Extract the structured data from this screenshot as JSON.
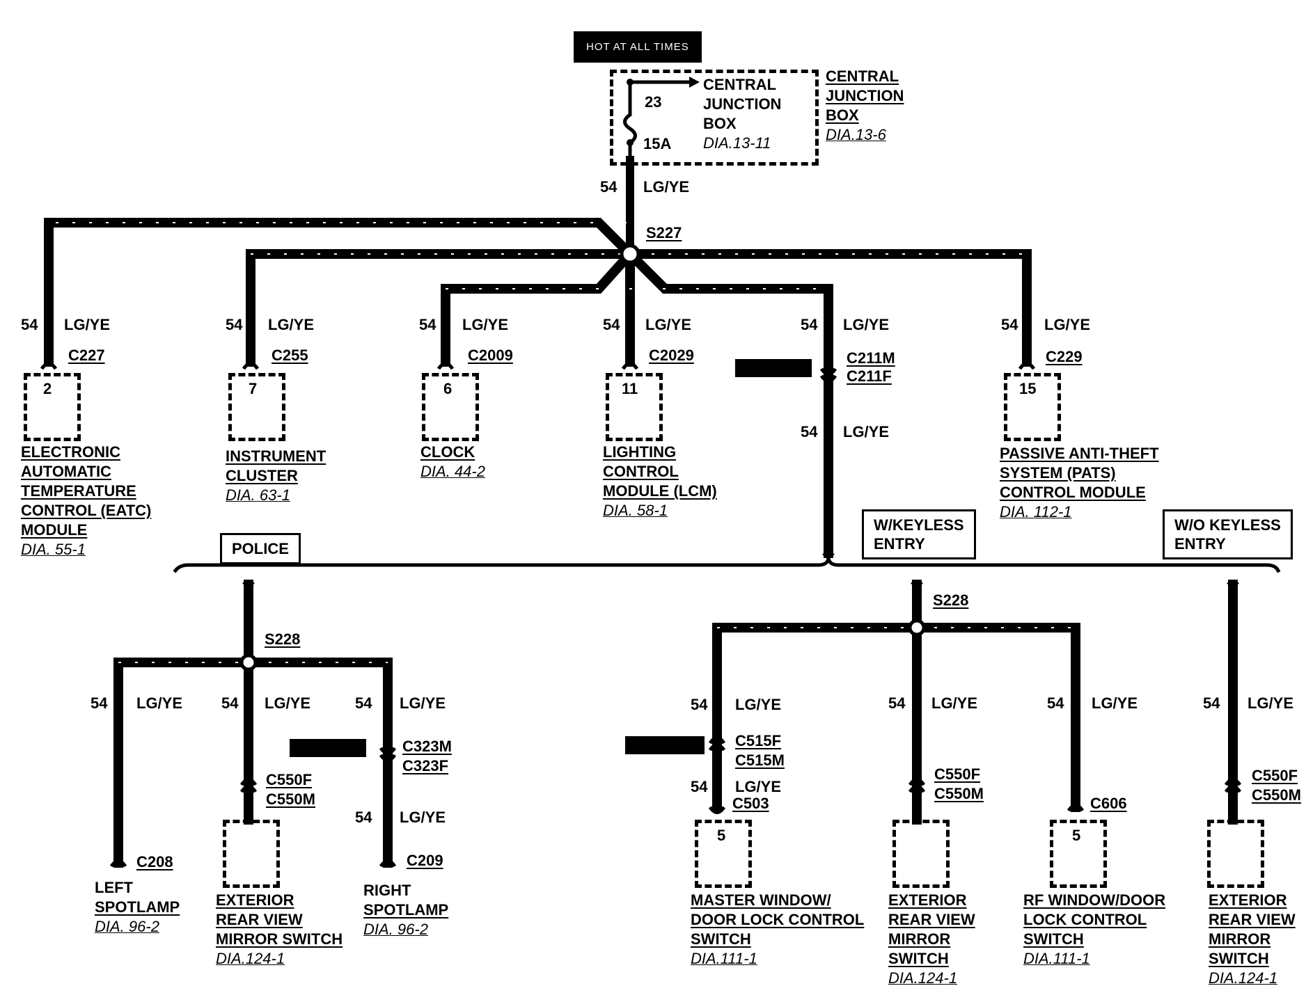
{
  "header": {
    "power_label": "HOT AT ALL TIMES"
  },
  "junction_box": {
    "fuse_number": "23",
    "fuse_rating": "15A",
    "inner_title": [
      "CENTRAL",
      "JUNCTION",
      "BOX"
    ],
    "inner_dia": "DIA.13-11",
    "outer_title": [
      "CENTRAL",
      "JUNCTION",
      "BOX"
    ],
    "outer_dia": "DIA.13-6"
  },
  "wire": {
    "circuit": "54",
    "color": "LG/YE"
  },
  "splices": {
    "main": "S227",
    "left": "S228",
    "right": "S228"
  },
  "components": {
    "eatc": {
      "connector": "C227",
      "pin": "2",
      "name": [
        "ELECTRONIC",
        "AUTOMATIC",
        "TEMPERATURE",
        "CONTROL (EATC)",
        "MODULE"
      ],
      "dia": "DIA. 55-1"
    },
    "cluster": {
      "connector": "C255",
      "pin": "7",
      "name": [
        "INSTRUMENT",
        "CLUSTER"
      ],
      "dia": "DIA. 63-1"
    },
    "clock": {
      "connector": "C2009",
      "pin": "6",
      "name": [
        "CLOCK"
      ],
      "dia": "DIA. 44-2"
    },
    "lcm": {
      "connector": "C2029",
      "pin": "11",
      "name": [
        "LIGHTING",
        "CONTROL",
        "MODULE (LCM)"
      ],
      "dia": "DIA. 58-1"
    },
    "inline_c211": {
      "connector_m": "C211M",
      "connector_f": "C211F"
    },
    "pats": {
      "connector": "C229",
      "pin": "15",
      "name": [
        "PASSIVE ANTI-THEFT",
        "SYSTEM (PATS)",
        "CONTROL MODULE"
      ],
      "dia": "DIA. 112-1"
    },
    "left_spot": {
      "connector": "C208",
      "name": [
        "LEFT",
        "SPOTLAMP"
      ],
      "dia": "DIA. 96-2"
    },
    "mirror_switch_police": {
      "connector_f": "C550F",
      "connector_m": "C550M",
      "name": [
        "EXTERIOR",
        "REAR VIEW",
        "MIRROR SWITCH"
      ],
      "dia": "DIA.124-1"
    },
    "right_spot": {
      "inline_m": "C323M",
      "inline_f": "C323F",
      "connector": "C209",
      "name": [
        "RIGHT",
        "SPOTLAMP"
      ],
      "dia": "DIA. 96-2"
    },
    "master_window": {
      "inline_f": "C515F",
      "inline_m": "C515M",
      "connector": "C503",
      "pin": "5",
      "name": [
        "MASTER WINDOW/",
        "DOOR LOCK CONTROL",
        "SWITCH"
      ],
      "dia": "DIA.111-1"
    },
    "mirror_keyless": {
      "connector_f": "C550F",
      "connector_m": "C550M",
      "name": [
        "EXTERIOR",
        "REAR VIEW",
        "MIRROR",
        "SWITCH"
      ],
      "dia": "DIA.124-1"
    },
    "rf_window": {
      "connector": "C606",
      "pin": "5",
      "name": [
        "RF WINDOW/DOOR",
        "LOCK CONTROL",
        "SWITCH"
      ],
      "dia": "DIA.111-1"
    },
    "mirror_no_keyless": {
      "connector_f": "C550F",
      "connector_m": "C550M",
      "name": [
        "EXTERIOR",
        "REAR VIEW",
        "MIRROR",
        "SWITCH"
      ],
      "dia": "DIA.124-1"
    }
  },
  "options": {
    "police": "POLICE",
    "keyless": [
      "W/KEYLESS",
      "ENTRY"
    ],
    "no_keyless": [
      "W/O KEYLESS",
      "ENTRY"
    ]
  }
}
